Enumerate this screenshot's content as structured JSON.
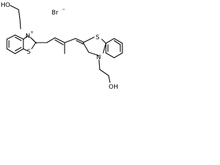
{
  "molecule": {
    "counter_ion": "Br",
    "counter_ion_charge": "−",
    "left_ring": {
      "hydroxy_label": "HO",
      "nitrogen_label": "N",
      "nitrogen_charge": "+",
      "sulfur_label": "S"
    },
    "right_ring": {
      "sulfur_label": "S",
      "nitrogen_label": "N",
      "hydroxy_label": "OH"
    }
  }
}
